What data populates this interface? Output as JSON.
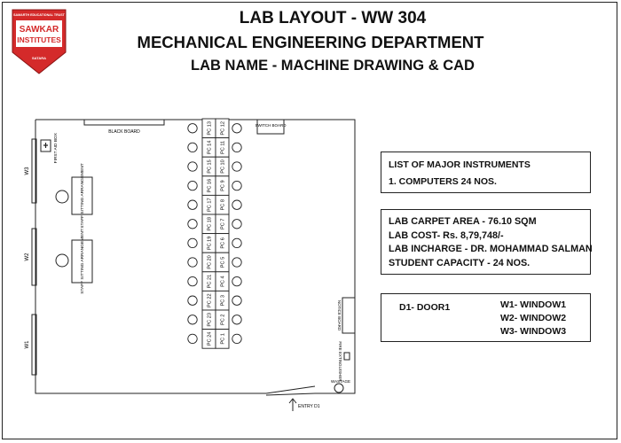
{
  "title": {
    "line1": "LAB LAYOUT - WW 304",
    "line2": "MECHANICAL ENGINEERING DEPARTMENT",
    "line3": "LAB NAME - MACHINE DRAWING & CAD"
  },
  "logo": {
    "top_text": "SAMARTH EDUCATIONAL TRUST",
    "name_line1": "SAWKAR",
    "name_line2": "INSTITUTES",
    "bottom_text": "SATARA",
    "brand_color": "#d42a2a"
  },
  "instruments": {
    "heading": "LIST OF MAJOR INSTRUMENTS",
    "item1": "1. COMPUTERS 24 NOS."
  },
  "lab_info": {
    "area": "LAB CARPET AREA - 76.10 SQM",
    "cost": "LAB COST- Rs. 8,79,748/-",
    "incharge": "LAB INCHARGE - DR. MOHAMMAD SALMAN",
    "capacity": "STUDENT CAPACITY - 24 NOS."
  },
  "legend": {
    "door": "D1- DOOR1",
    "w1": "W1- WINDOW1",
    "w2": "W2- WINDOW2",
    "w3": "W3- WINDOW3"
  },
  "plan": {
    "black_board": "BLACK BOARD",
    "switch_board": "SWITCH BOARD",
    "first_aid": "FIRST AID BOX",
    "staff1": "STAFF SITTING ARRANGEMENT",
    "staff2": "STAFF SITTING ARRANGEMENT",
    "notice_board": "NOTICE BOARD",
    "fire": "FIRE EXTINGUISHER",
    "wastage": "WASTAGE",
    "entry": "ENTRY D1",
    "w1": "W1",
    "w2": "W2",
    "w3": "W3",
    "pcs_left": [
      "PC 13",
      "PC 14",
      "PC 15",
      "PC 16",
      "PC 17",
      "PC 18",
      "PC 19",
      "PC 20",
      "PC 21",
      "PC 22",
      "PC 23",
      "PC 24"
    ],
    "pcs_right": [
      "PC 12",
      "PC 11",
      "PC 10",
      "PC 9",
      "PC 8",
      "PC 7",
      "PC 6",
      "PC 5",
      "PC 4",
      "PC 3",
      "PC 2",
      "PC 1"
    ]
  }
}
